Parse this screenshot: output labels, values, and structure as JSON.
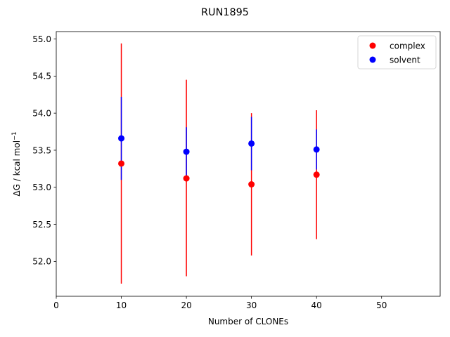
{
  "chart_data": {
    "type": "scatter",
    "title": "RUN1895",
    "xlabel": "Number of CLONEs",
    "ylabel_main": "ΔG / kcal mol",
    "ylabel_sup": "−1",
    "xlim": [
      0,
      59
    ],
    "ylim": [
      51.53,
      55.1
    ],
    "xticks": [
      "0",
      "10",
      "20",
      "30",
      "40",
      "50"
    ],
    "yticks": [
      "52.0",
      "52.5",
      "53.0",
      "53.5",
      "54.0",
      "54.5",
      "55.0"
    ],
    "legend_position": "top-right",
    "series": [
      {
        "name": "complex",
        "color": "#ff0000",
        "points": [
          {
            "x": 10,
            "y": 53.32,
            "err_low": 51.7,
            "err_high": 54.94
          },
          {
            "x": 20,
            "y": 53.12,
            "err_low": 51.8,
            "err_high": 54.45
          },
          {
            "x": 30,
            "y": 53.04,
            "err_low": 52.08,
            "err_high": 54.0
          },
          {
            "x": 40,
            "y": 53.17,
            "err_low": 52.3,
            "err_high": 54.04
          }
        ]
      },
      {
        "name": "solvent",
        "color": "#0000ff",
        "points": [
          {
            "x": 10,
            "y": 53.66,
            "err_low": 53.1,
            "err_high": 54.22
          },
          {
            "x": 20,
            "y": 53.48,
            "err_low": 53.16,
            "err_high": 53.81
          },
          {
            "x": 30,
            "y": 53.59,
            "err_low": 53.23,
            "err_high": 53.95
          },
          {
            "x": 40,
            "y": 53.51,
            "err_low": 53.24,
            "err_high": 53.78
          }
        ]
      }
    ]
  }
}
